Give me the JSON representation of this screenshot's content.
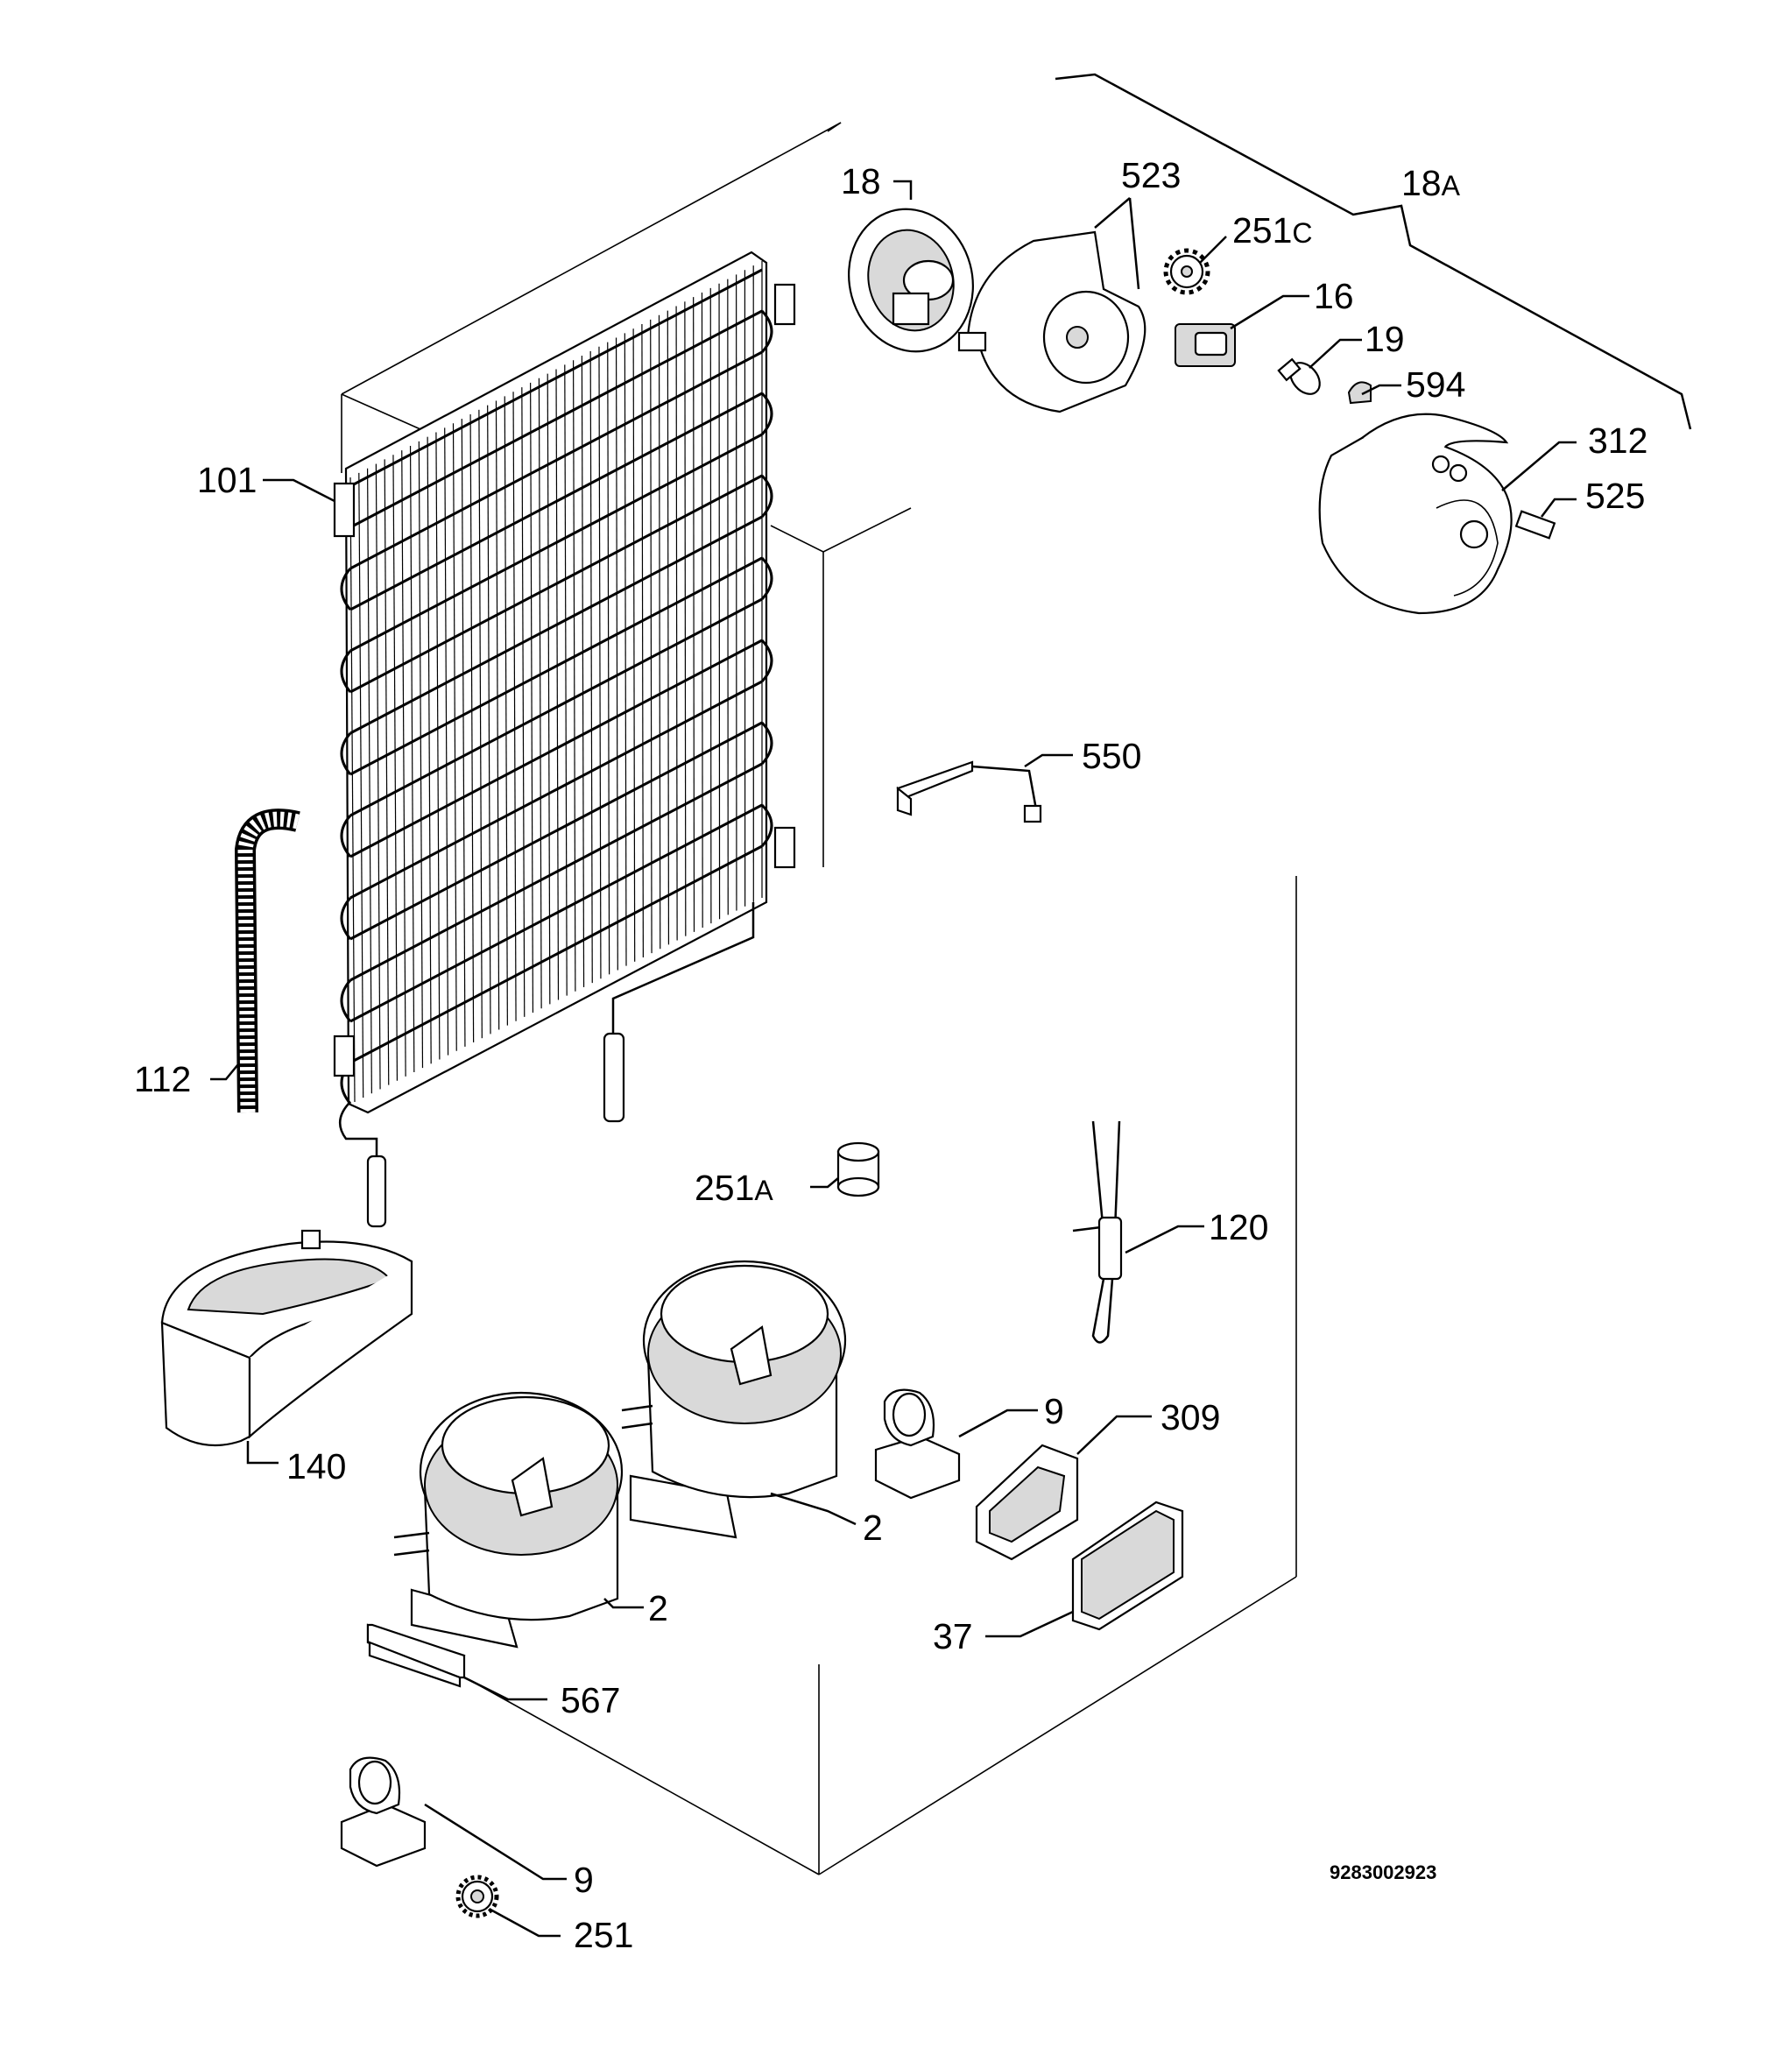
{
  "diagram": {
    "document_number": "9283002923",
    "labels": {
      "l101": "101",
      "l112": "112",
      "l18": "18",
      "l523": "523",
      "l18a_num": "18",
      "l18a_suf": "A",
      "l251c_num": "251",
      "l251c_suf": "C",
      "l16": "16",
      "l19": "19",
      "l594": "594",
      "l312": "312",
      "l525": "525",
      "l550": "550",
      "l251a_num": "251",
      "l251a_suf": "A",
      "l120": "120",
      "l140": "140",
      "l9_upper": "9",
      "l309": "309",
      "l2_upper": "2",
      "l2_lower": "2",
      "l37": "37",
      "l567": "567",
      "l9_lower": "9",
      "l251": "251"
    }
  }
}
